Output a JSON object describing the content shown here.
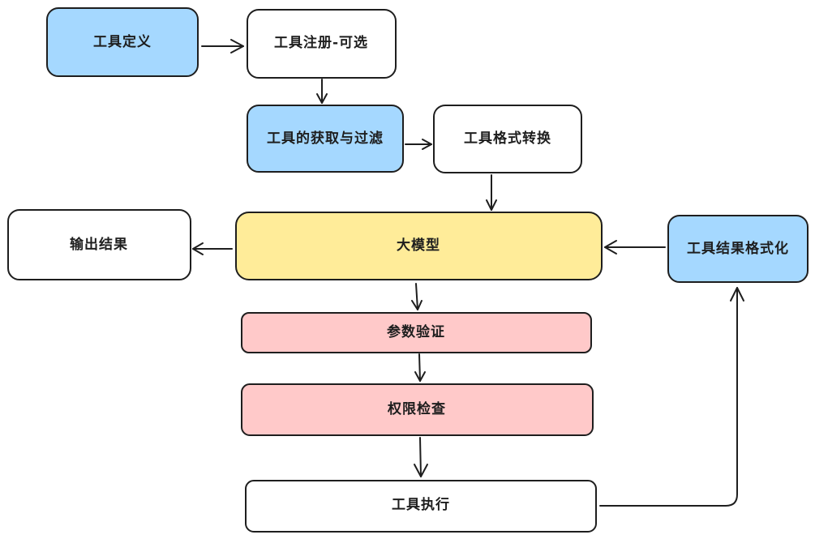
{
  "colors": {
    "blue": "#a5d8ff",
    "white": "#ffffff",
    "yellow": "#ffec99",
    "pink": "#ffc9c9",
    "stroke": "#1e1e1e"
  },
  "nodes": {
    "tool_definition": {
      "label": "工具定义",
      "fill": "blue"
    },
    "tool_registration": {
      "label": "工具注册-可选",
      "fill": "white"
    },
    "tool_fetch_filter": {
      "label": "工具的获取与过滤",
      "fill": "blue"
    },
    "tool_format_convert": {
      "label": "工具格式转换",
      "fill": "white"
    },
    "output_result": {
      "label": "输出结果",
      "fill": "white"
    },
    "llm": {
      "label": "大模型",
      "fill": "yellow"
    },
    "tool_result_format": {
      "label": "工具结果格式化",
      "fill": "blue"
    },
    "param_validation": {
      "label": "参数验证",
      "fill": "pink"
    },
    "permission_check": {
      "label": "权限检查",
      "fill": "pink"
    },
    "tool_execution": {
      "label": "工具执行",
      "fill": "white"
    }
  },
  "edges": [
    {
      "from": "tool_definition",
      "to": "tool_registration"
    },
    {
      "from": "tool_registration",
      "to": "tool_fetch_filter"
    },
    {
      "from": "tool_fetch_filter",
      "to": "tool_format_convert"
    },
    {
      "from": "tool_format_convert",
      "to": "llm"
    },
    {
      "from": "llm",
      "to": "output_result"
    },
    {
      "from": "llm",
      "to": "param_validation"
    },
    {
      "from": "param_validation",
      "to": "permission_check"
    },
    {
      "from": "permission_check",
      "to": "tool_execution"
    },
    {
      "from": "tool_execution",
      "to": "tool_result_format"
    },
    {
      "from": "tool_result_format",
      "to": "llm"
    }
  ]
}
